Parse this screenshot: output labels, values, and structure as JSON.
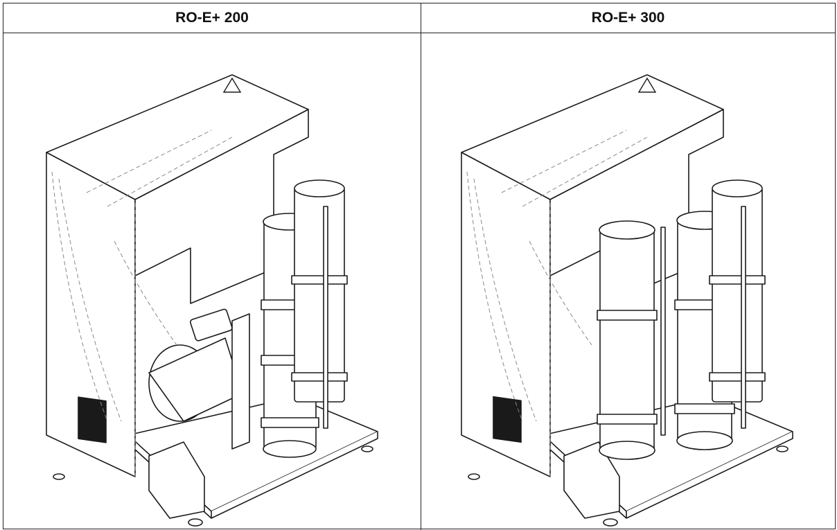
{
  "table": {
    "columns": [
      {
        "title": "RO-E+ 200",
        "variant": "single-pair-membranes"
      },
      {
        "title": "RO-E+ 300",
        "variant": "double-pair-membranes"
      }
    ]
  },
  "colors": {
    "line": "#1a1a1a",
    "dashed": "#888888",
    "fill": "#ffffff",
    "dark": "#1a1a1a"
  }
}
